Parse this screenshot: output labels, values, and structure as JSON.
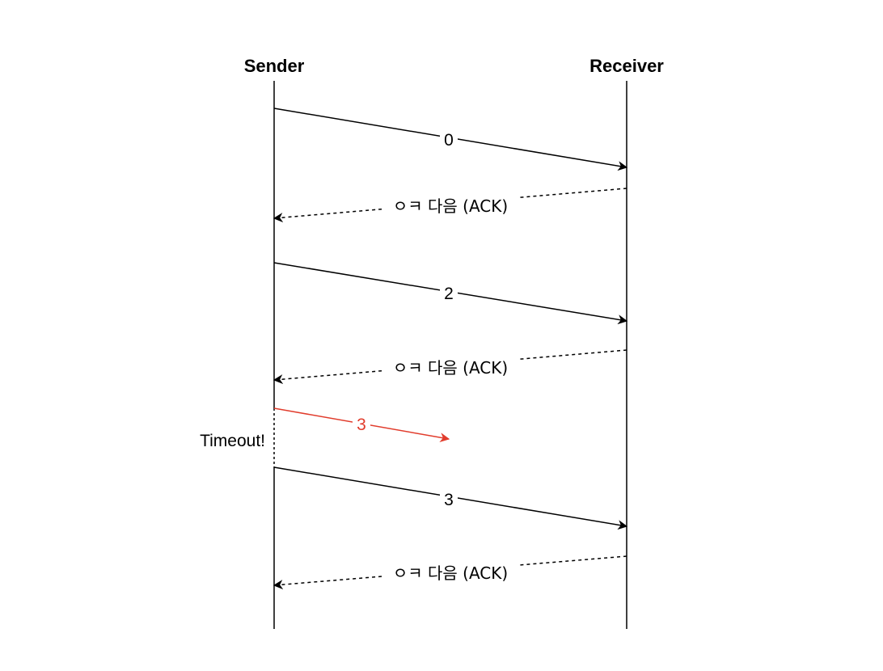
{
  "participants": {
    "sender": "Sender",
    "receiver": "Receiver"
  },
  "messages": [
    {
      "label": "0",
      "kind": "data",
      "lost": false
    },
    {
      "label": "ㅇㅋ 다음 (ACK)",
      "kind": "ack",
      "lost": false
    },
    {
      "label": "2",
      "kind": "data",
      "lost": false
    },
    {
      "label": "ㅇㅋ 다음 (ACK)",
      "kind": "ack",
      "lost": false
    },
    {
      "label": "3",
      "kind": "data",
      "lost": true
    },
    {
      "label": "3",
      "kind": "data",
      "lost": false
    },
    {
      "label": "ㅇㅋ 다음 (ACK)",
      "kind": "ack",
      "lost": false
    }
  ],
  "timeout_note": "Timeout!",
  "colors": {
    "line": "#000000",
    "lost": "#e13c2c",
    "background": "#ffffff"
  }
}
